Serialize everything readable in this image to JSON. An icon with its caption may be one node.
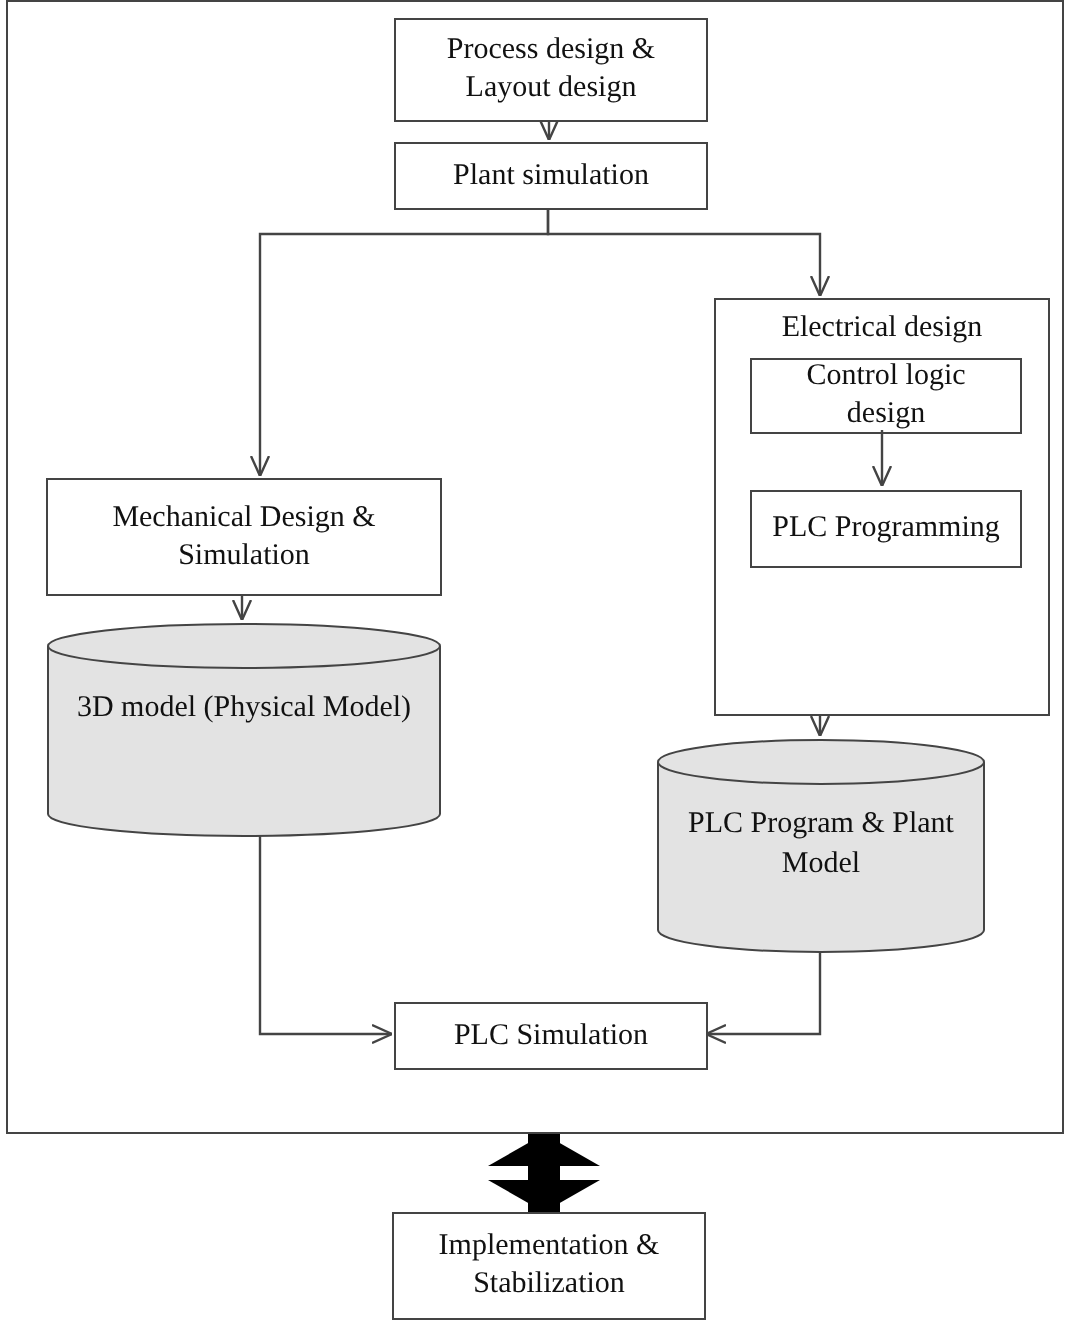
{
  "diagram": {
    "nodes": [
      {
        "text": [],
        "shape": "box"
      },
      {
        "text": [
          "Process design & Layout design"
        ],
        "in": 0
      },
      {
        "text": [
          "Plant simulation"
        ],
        "in": 0
      },
      {
        "text": [
          "Mechanical Design & Simulation"
        ],
        "in": 0
      },
      {
        "text": [
          "Electrical design"
        ],
        "in": 0
      },
      {
        "text": [
          "Control logic design"
        ],
        "in": 4
      },
      {
        "text": [
          "PLC Programming"
        ],
        "in": 4
      },
      {
        "text": [
          "3D model (Physical Model)"
        ],
        "in": 0
      },
      {
        "text": [
          "PLC Program & Plant Model"
        ],
        "in": 0
      },
      {
        "text": [
          "PLC Simulation"
        ],
        "in": 0
      },
      {
        "text": [
          "Implementation & Stabilization"
        ]
      }
    ],
    "edges": [
      {
        "from": 1,
        "to": 2,
        "arrow": "to"
      },
      {
        "from": 2,
        "to": 3,
        "arrow": "to"
      },
      {
        "from": 2,
        "to": 4,
        "arrow": "to"
      },
      {
        "from": 5,
        "to": 6,
        "arrow": "to"
      },
      {
        "from": 3,
        "to": 7,
        "arrow": "to"
      },
      {
        "from": 4,
        "to": 8,
        "arrow": "to"
      },
      {
        "from": 7,
        "to": 9,
        "arrow": "to"
      },
      {
        "from": 8,
        "to": 9,
        "arrow": "to"
      },
      {
        "from": 0,
        "to": 10,
        "arrow": "both",
        "style": "thick"
      }
    ]
  }
}
